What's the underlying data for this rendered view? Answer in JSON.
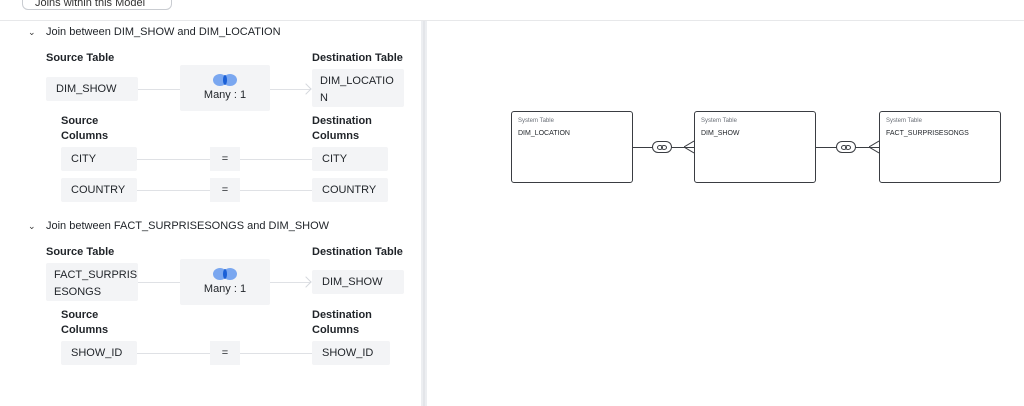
{
  "top": {
    "button_label": "Joins within this Model"
  },
  "joins": [
    {
      "title": "Join between DIM_SHOW and DIM_LOCATION",
      "source_table_label": "Source Table",
      "destination_table_label": "Destination Table",
      "source_table": "DIM_SHOW",
      "destination_table_line1": "DIM_LOCATIO",
      "destination_table_line2": "N",
      "cardinality": "Many : 1",
      "source_columns_label_line1": "Source",
      "source_columns_label_line2": "Columns",
      "destination_columns_label_line1": "Destination",
      "destination_columns_label_line2": "Columns",
      "operator": "=",
      "mappings": [
        {
          "source": "CITY",
          "destination": "CITY"
        },
        {
          "source": "COUNTRY",
          "destination": "COUNTRY"
        }
      ]
    },
    {
      "title": "Join between FACT_SURPRISESONGS and DIM_SHOW",
      "source_table_label": "Source Table",
      "destination_table_label": "Destination Table",
      "source_table_line1": "FACT_SURPRIS",
      "source_table_line2": "ESONGS",
      "destination_table": "DIM_SHOW",
      "cardinality": "Many : 1",
      "source_columns_label_line1": "Source",
      "source_columns_label_line2": "Columns",
      "destination_columns_label_line1": "Destination",
      "destination_columns_label_line2": "Columns",
      "operator": "=",
      "mappings": [
        {
          "source": "SHOW_ID",
          "destination": "SHOW_ID"
        }
      ]
    }
  ],
  "diagram": {
    "nodes": [
      {
        "type_label": "System Table",
        "name": "DIM_LOCATION"
      },
      {
        "type_label": "System Table",
        "name": "DIM_SHOW"
      },
      {
        "type_label": "System Table",
        "name": "FACT_SURPRISESONGS"
      }
    ]
  },
  "icons": {
    "chevron": "chevron-down-icon",
    "venn": "inner-join-icon",
    "link": "join-link-icon",
    "crowfoot": "crows-foot-many-icon"
  },
  "colors": {
    "accent_blue": "#1a5fd6",
    "venn_light": "#7aa7f0",
    "field_bg": "#f3f4f6",
    "node_border": "#3a3d42"
  }
}
